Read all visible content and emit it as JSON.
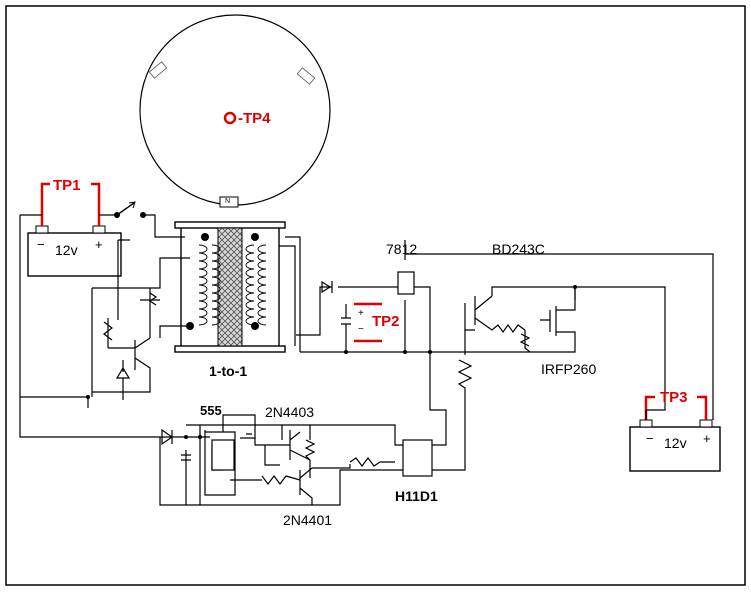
{
  "labels": {
    "tp1": "TP1",
    "tp2": "TP2",
    "tp3": "TP3",
    "tp4": "-TP4",
    "battery1_voltage": "12v",
    "battery2_voltage": "12v",
    "battery_minus": "−",
    "battery_plus": "+",
    "cap_plus": "+",
    "cap_minus": "−",
    "regulator": "7812",
    "transistor_bd": "BD243C",
    "mosfet": "IRFP260",
    "transformer": "1-to-1",
    "timer": "555",
    "transistor_pnp": "2N4403",
    "transistor_npn": "2N4401",
    "optocoupler": "H11D1",
    "magnet_n": "N"
  },
  "colors": {
    "wire": "#000000",
    "test_point": "#e00000",
    "border": "#000000",
    "core": "#bbbbbb"
  }
}
